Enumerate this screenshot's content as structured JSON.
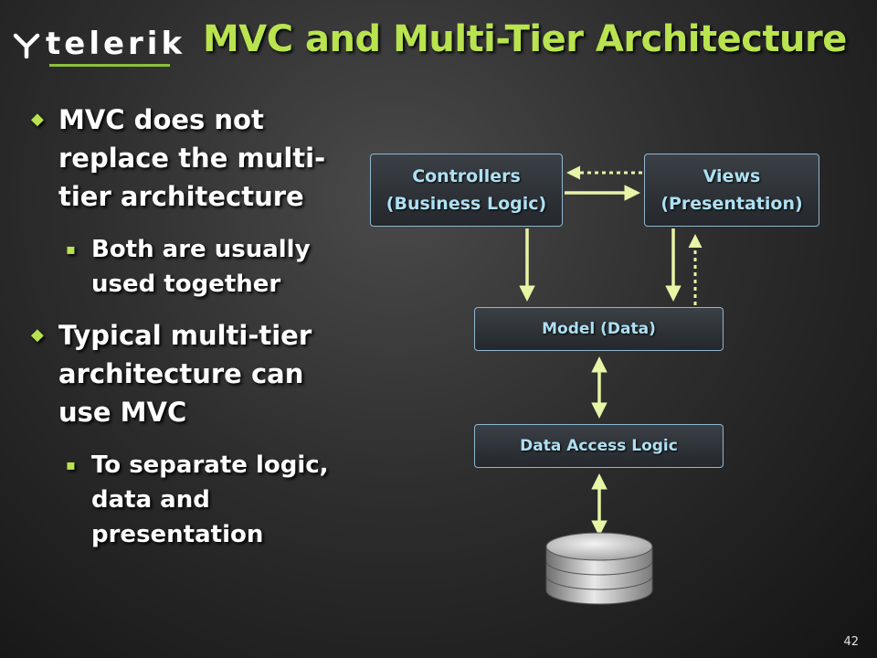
{
  "logo": {
    "text": "telerik",
    "mark_icon": "telerik-x-icon"
  },
  "title": "MVC and Multi-Tier Architecture",
  "bullets": [
    {
      "level": 1,
      "text": "MVC does not replace the multi-tier architecture"
    },
    {
      "level": 2,
      "text": "Both are usually used together"
    },
    {
      "level": 1,
      "text": "Typical multi-tier architecture can use MVC"
    },
    {
      "level": 2,
      "text": "To separate logic, data and presentation"
    }
  ],
  "diagram": {
    "controllers": {
      "line1": "Controllers",
      "line2": "(Business Logic)"
    },
    "views": {
      "line1": "Views",
      "line2": "(Presentation)"
    },
    "model": "Model (Data)",
    "data_access": "Data Access Logic",
    "database_icon": "database-icon"
  },
  "colors": {
    "accent": "#b9e34f",
    "arrow": "#e6f5a6",
    "node_text": "#aee0f3",
    "node_border": "#8fb7cf"
  },
  "page_number": "42"
}
